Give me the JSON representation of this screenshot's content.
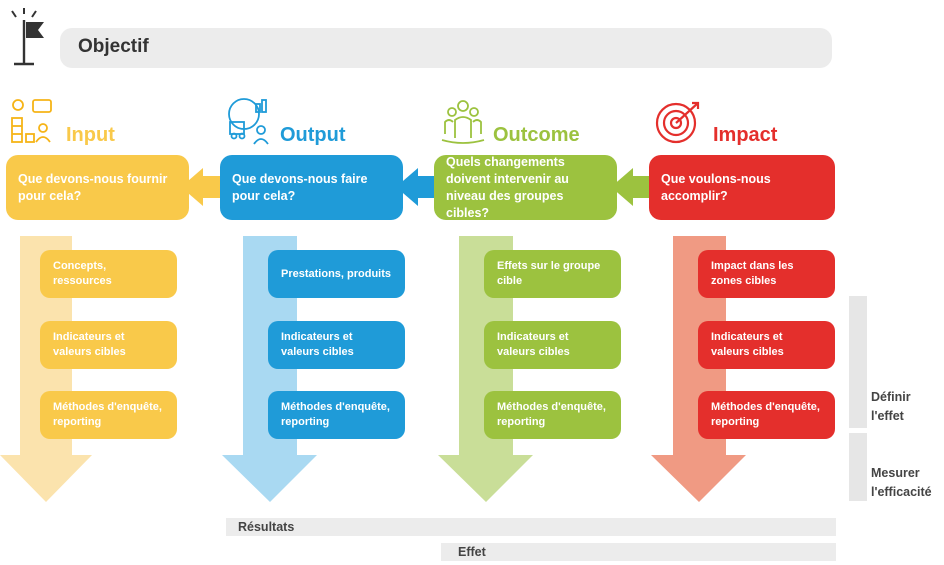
{
  "objective": {
    "label": "Objectif"
  },
  "columns": [
    {
      "title": "Input",
      "color": "#f9c94a",
      "arrow_color": "#fbe3ad",
      "question": "Que devons-nous fournir pour cela?",
      "items": [
        "Concepts, ressources",
        "Indicateurs et valeurs cibles",
        "Méthodes d'enquête, reporting"
      ]
    },
    {
      "title": "Output",
      "color": "#1f9bd8",
      "arrow_color": "#a9d9f2",
      "question": "Que devons-nous faire pour cela?",
      "items": [
        "Prestations, produits",
        "Indicateurs et valeurs cibles",
        "Méthodes d'enquête, reporting"
      ]
    },
    {
      "title": "Outcome",
      "color": "#9cc23f",
      "arrow_color": "#c9de98",
      "question": "Quels changements doivent intervenir au niveau des groupes cibles?",
      "items": [
        "Effets sur le groupe cible",
        "Indicateurs et valeurs cibles",
        "Méthodes d'enquête, reporting"
      ]
    },
    {
      "title": "Impact",
      "color": "#e42f2c",
      "arrow_color": "#f09a83",
      "question": "Que voulons-nous accomplir?",
      "items": [
        "Impact dans les zones cibles",
        "Indicateurs et valeurs cibles",
        "Méthodes d'enquête, reporting"
      ]
    }
  ],
  "side": {
    "define": "Définir l'effet",
    "measure": "Mesurer l'efficacité"
  },
  "bottom": {
    "results": "Résultats",
    "effect": "Effet"
  }
}
